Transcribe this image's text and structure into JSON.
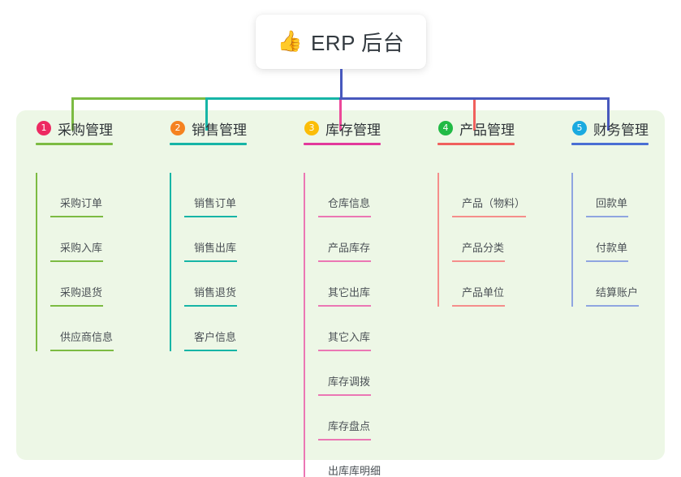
{
  "title": {
    "emoji": "👍",
    "icon_name": "thumbs-up-icon",
    "text": "ERP 后台"
  },
  "theme": {
    "page_bg": "#ffffff",
    "panel_bg": "#edf7e6",
    "card_bg": "#ffffff",
    "title_color": "#333a40",
    "head_color": "#2f3438",
    "item_color": "#4b5156",
    "trunk_color": "#4758bd"
  },
  "trunk": {
    "color": "#4758bd",
    "segments_note": "vertical drop from title card to horizontal bus"
  },
  "bus": [
    {
      "name": "bus-green",
      "color": "#7cbb42"
    },
    {
      "name": "bus-teal",
      "color": "#16b5a6"
    },
    {
      "name": "bus-purple",
      "color": "#4758bd"
    }
  ],
  "columns": [
    {
      "index": "1",
      "label": "采购管理",
      "badge_color": "#ed2a62",
      "rule_color": "#7cbb42",
      "line_color": "#7cbb42",
      "drop_color": "#7cbb42",
      "items": [
        {
          "label": "采购订单"
        },
        {
          "label": "采购入库"
        },
        {
          "label": "采购退货"
        },
        {
          "label": "供应商信息"
        }
      ]
    },
    {
      "index": "2",
      "label": "销售管理",
      "badge_color": "#f58220",
      "rule_color": "#16b5a6",
      "line_color": "#16b5a6",
      "drop_color": "#16b5a6",
      "items": [
        {
          "label": "销售订单"
        },
        {
          "label": "销售出库"
        },
        {
          "label": "销售退货"
        },
        {
          "label": "客户信息"
        }
      ]
    },
    {
      "index": "3",
      "label": "库存管理",
      "badge_color": "#fbbd08",
      "rule_color": "#e2399b",
      "line_color": "#eb77b4",
      "drop_color": "#ec4899",
      "items": [
        {
          "label": "仓库信息"
        },
        {
          "label": "产品库存"
        },
        {
          "label": "其它出库"
        },
        {
          "label": "其它入库"
        },
        {
          "label": "库存调拨"
        },
        {
          "label": "库存盘点"
        },
        {
          "label": "出库库明细"
        }
      ]
    },
    {
      "index": "4",
      "label": "产品管理",
      "badge_color": "#21ba45",
      "rule_color": "#f0605d",
      "line_color": "#f58e8b",
      "drop_color": "#f0605d",
      "items": [
        {
          "label": "产品（物料）"
        },
        {
          "label": "产品分类"
        },
        {
          "label": "产品单位"
        }
      ]
    },
    {
      "index": "5",
      "label": "财务管理",
      "badge_color": "#1aaae0",
      "rule_color": "#4a6fd4",
      "line_color": "#8fa5e0",
      "drop_color": "#4758bd",
      "items": [
        {
          "label": "回款单"
        },
        {
          "label": "付款单"
        },
        {
          "label": "结算账户"
        }
      ]
    }
  ]
}
